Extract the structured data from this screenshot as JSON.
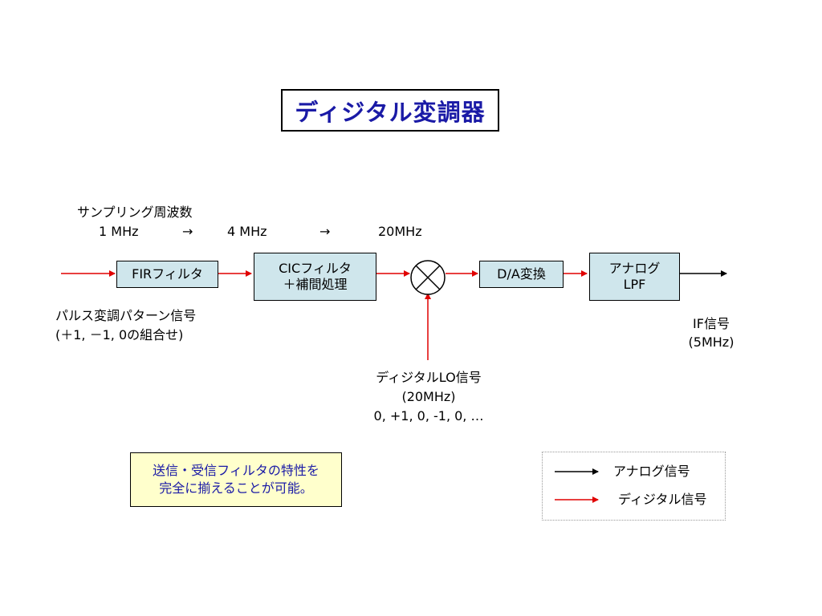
{
  "title": "ディジタル変調器",
  "sampling": {
    "heading": "サンプリング周波数",
    "rate_1": "1 MHz",
    "rate_2": "4 MHz",
    "rate_3": "20MHz",
    "arrow_glyph": "→"
  },
  "blocks": {
    "fir": "FIRフィルタ",
    "cic_line1": "CICフィルタ",
    "cic_line2": "＋補間処理",
    "da": "D/A変換",
    "lpf_line1": "アナログ",
    "lpf_line2": "LPF"
  },
  "input_label": {
    "line1": "パルス変調パターン信号",
    "line2": "(＋1, －1, 0の組合せ)"
  },
  "output_label": {
    "line1": "IF信号",
    "line2": "(5MHz)"
  },
  "lo_label": {
    "line1": "ディジタルLO信号",
    "line2": "(20MHz)",
    "line3": "0, +1, 0, -1, 0, …"
  },
  "note": {
    "line1": "送信・受信フィルタの特性を",
    "line2": "完全に揃えることが可能。"
  },
  "legend": {
    "analog": "アナログ信号",
    "digital": "ディジタル信号"
  },
  "colors": {
    "analog_signal": "#000000",
    "digital_signal": "#e00000",
    "block_fill": "#cfe6ec",
    "title_text": "#1a1aa6",
    "note_fill": "#ffffcc"
  }
}
